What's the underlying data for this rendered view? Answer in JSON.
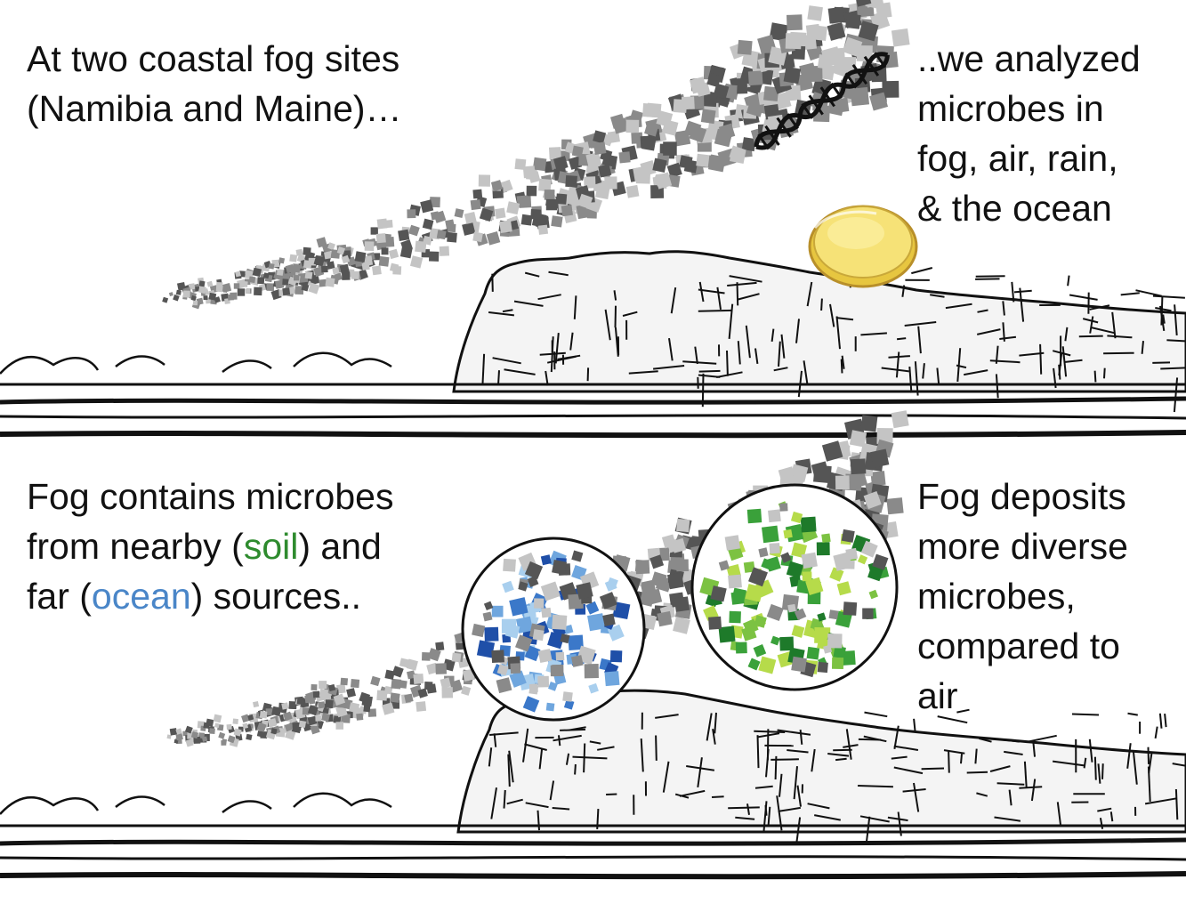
{
  "panels": {
    "top": {
      "caption_left": {
        "line1": "At two coastal fog sites",
        "line2": "(Namibia and Maine)…"
      },
      "caption_right": {
        "line1": "..we analyzed",
        "line2": "microbes in",
        "line3": "fog, air, rain,",
        "line4": "& the ocean"
      }
    },
    "bottom": {
      "caption_left": {
        "line1": "Fog contains microbes",
        "line2_before": "from nearby (",
        "line2_soil": "soil",
        "line2_after": ") and",
        "line3_before": "far (",
        "line3_ocean": "ocean",
        "line3_after": ") sources.."
      },
      "caption_right": {
        "line1": "Fog deposits",
        "line2": "more diverse",
        "line3": "microbes,",
        "line4": "compared to",
        "line5": "air"
      }
    }
  },
  "icons": {
    "top": [
      "dna-icon",
      "petri-dish-icon"
    ],
    "bottom": [
      "ocean-microbe-circle",
      "soil-microbe-circle"
    ]
  },
  "colors": {
    "text": "#111111",
    "soil_word": "#2e8b2e",
    "ocean_word": "#4a86c8",
    "petri_fill": "#f3dc5a",
    "petri_rim": "#c9a83a",
    "fog_dark": "#555555",
    "fog_mid": "#8a8a8a",
    "fog_light": "#c4c4c4",
    "ocean_blue": [
      "#1f4fa8",
      "#3b78c9",
      "#6fa6de",
      "#a9cfee"
    ],
    "soil_green": [
      "#1e7a2a",
      "#3aa13a",
      "#7cc242",
      "#b6db4a"
    ]
  }
}
